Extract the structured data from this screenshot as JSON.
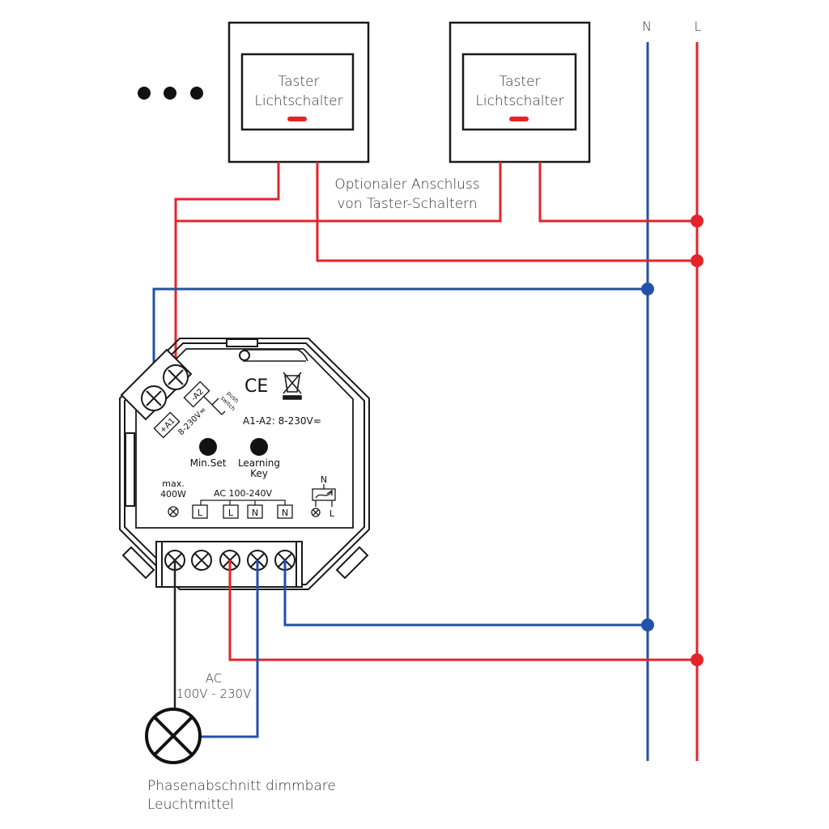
{
  "colors": {
    "neutral_wire": "#2350a8",
    "live_wire": "#e3242b",
    "load_wire": "#222222",
    "outline": "#1a1a1a"
  },
  "rails": {
    "neutral_label": "N",
    "live_label": "L"
  },
  "switches": [
    {
      "line1": "Taster",
      "line2": "Lichtschalter"
    },
    {
      "line1": "Taster",
      "line2": "Lichtschalter"
    }
  ],
  "ellipsis": "more-switches-dots",
  "optional_connection": {
    "line1": "Optionaler Anschluss",
    "line2": "von Taster-Schaltern"
  },
  "module": {
    "terminal_a1": "+A1",
    "terminal_a2": "-A2",
    "push_switch_line1": "push",
    "push_switch_line2": "switch",
    "input_voltage_small": "8-230V≂",
    "input_spec": "A1-A2: 8-230V≂",
    "ce_mark": "CE",
    "weee_icon": "crossed-bin-icon",
    "min_set_label": "Min.Set",
    "learning_key_line1": "Learning",
    "learning_key_line2": "Key",
    "max_line1": "max.",
    "max_line2": "400W",
    "ac_range": "AC 100-240V",
    "terminals": [
      "L",
      "L",
      "N",
      "N"
    ],
    "dimmer_n": "N",
    "dimmer_l": "L"
  },
  "load": {
    "ac_label": "AC",
    "voltage_label": "100V - 230V",
    "caption_line1": "Phasenabschnitt dimmbare",
    "caption_line2": "Leuchtmittel"
  }
}
